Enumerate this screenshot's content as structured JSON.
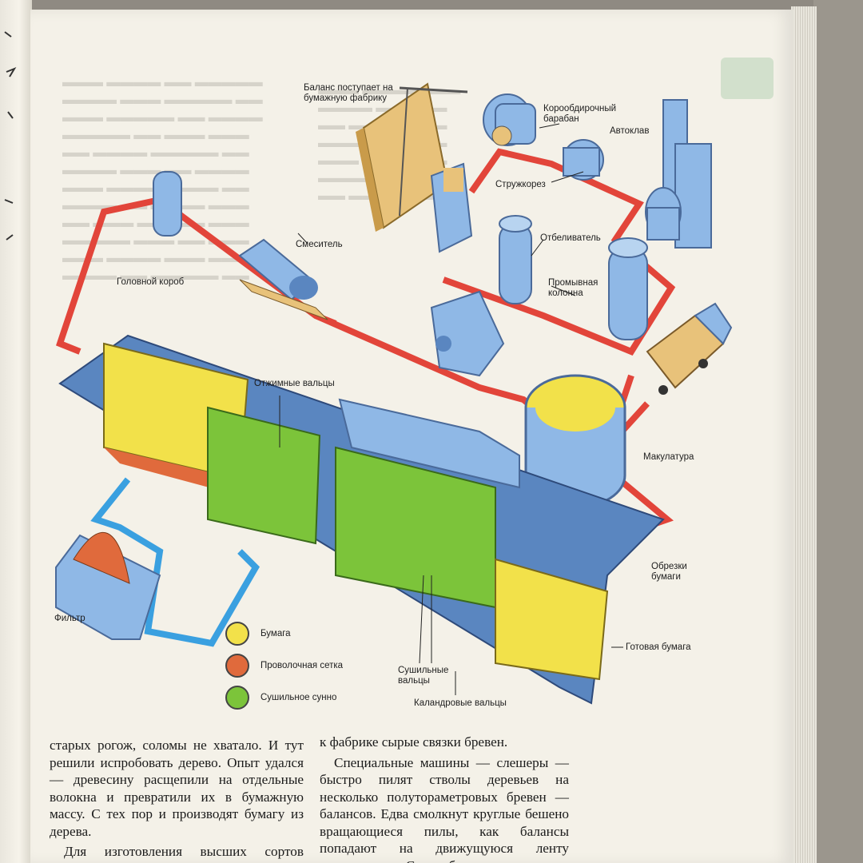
{
  "diagram": {
    "labels": {
      "balance_in": "Баланс поступает на\nбумажную фабрику",
      "debarker": "Корообдирочный\nбарабан",
      "autoclave": "Автоклав",
      "chipper": "Стружкорез",
      "mixer": "Смеситель",
      "bleacher": "Отбеливатель",
      "washer": "Промывная\nколонна",
      "headbox": "Головной короб",
      "press_rolls": "Отжимные вальцы",
      "waste_paper": "Макулатура",
      "trim": "Обрезки\nбумаги",
      "filter": "Фильтр",
      "finished": "Готовая бумага",
      "dryer_rolls": "Сушильные\nвальцы",
      "calender": "Каландровые вальцы"
    },
    "legend": [
      {
        "label": "Бумага",
        "color": "#f2e14a"
      },
      {
        "label": "Проволочная сетка",
        "color": "#e06a3c"
      },
      {
        "label": "Сушильное сунно",
        "color": "#7cc43a"
      }
    ],
    "colors": {
      "pulp_line": "#e2453a",
      "water_line": "#3aa0e0",
      "machine": "#8fb8e6",
      "machine_dark": "#5a86c0",
      "paper": "#f2e14a",
      "wire": "#e06a3c",
      "felt": "#7cc43a",
      "wood": "#e8c27a"
    }
  },
  "body": {
    "left_column": [
      "старых рогож, соломы не хватало. И тут решили испробовать дерево. Опыт удался — древесину расщепили на отдельные волокна и превратили их в бумажную массу. С тех пор и производят бумагу из дерева.",
      "Для изготовления высших сортов бумаги, на которой печатают деньги и"
    ],
    "right_column": [
      "к фабрике сырые связки бревен.",
      "Специальные машины — слешеры — быстро пилят стволы деревьев на несколько полутораметровых бревен — балансов. Едва смолкнут круглые бешено вращающиеся пилы, как балансы попадают на движущуюся ленту транспортера. С него балансы попадают в огромный"
    ]
  }
}
